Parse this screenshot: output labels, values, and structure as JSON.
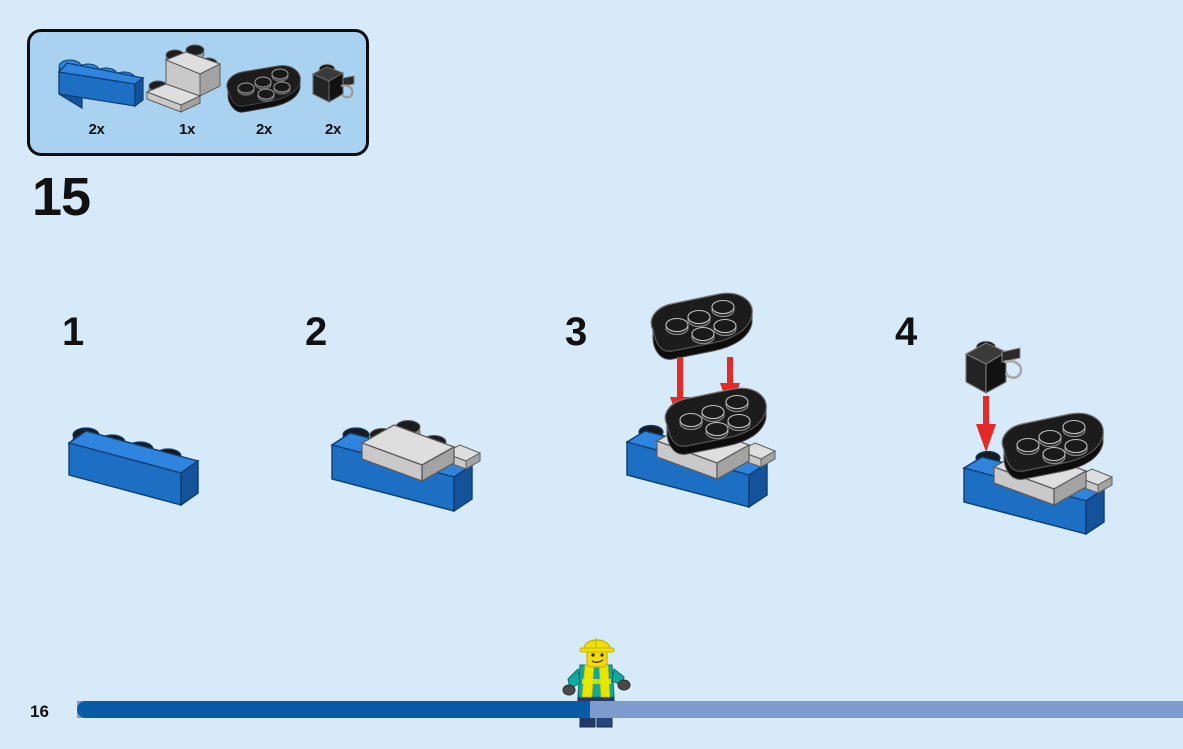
{
  "meta": {
    "background_color": "#d6eaf9",
    "step_number": "15",
    "page_number": "16"
  },
  "parts_box": {
    "name": "parts-callout",
    "border_color": "#0d0d0d",
    "fill_color": "#a8d2f0",
    "parts": [
      {
        "id": "blue-brick-1x4",
        "label": "2x",
        "color": "#1d6fc4",
        "description": "blue 1x4 brick"
      },
      {
        "id": "grey-bracket-plate",
        "label": "1x",
        "color": "#c8c8c8",
        "description": "light grey bracket plate 2x2 with 2x2 plate"
      },
      {
        "id": "black-rounded-plate-2x3",
        "label": "2x",
        "color": "#1c1c1c",
        "description": "black 2x3 plate with rounded end"
      },
      {
        "id": "black-brick-1x1-clip",
        "label": "2x",
        "color": "#1c1c1c",
        "description": "black 1x1 brick with vertical clip"
      }
    ]
  },
  "substeps": [
    {
      "number": "1",
      "name": "substep-1",
      "description": "place blue 1x4 brick"
    },
    {
      "number": "2",
      "name": "substep-2",
      "description": "add grey bracket plate on blue brick"
    },
    {
      "number": "3",
      "name": "substep-3",
      "description": "attach black rounded 2x3 plate",
      "arrows": 2
    },
    {
      "number": "4",
      "name": "substep-4",
      "description": "attach black 1x1 brick with clip",
      "arrows": 1
    }
  ],
  "colors": {
    "arrow_red": "#e32a26",
    "brick_blue": "#1d6fc4",
    "brick_blue_dark": "#14539a",
    "brick_blue_light": "#2f84dd",
    "grey": "#c9c9c9",
    "grey_dark": "#a3a3a3",
    "grey_light": "#dedede",
    "black": "#232323",
    "black_dark": "#131313",
    "black_light": "#3a3a3a",
    "progress_fill": "#0a5ba6",
    "progress_track": "#7d9bcd"
  },
  "minifigure": {
    "name": "construction-worker-minifig",
    "helmet_color": "#f2e000",
    "face_color": "#f5d90a",
    "shirt_color": "#11a8a0",
    "vest_color": "#e8e600",
    "legs_color": "#1f3a66",
    "hands_color": "#4a4a4a"
  }
}
